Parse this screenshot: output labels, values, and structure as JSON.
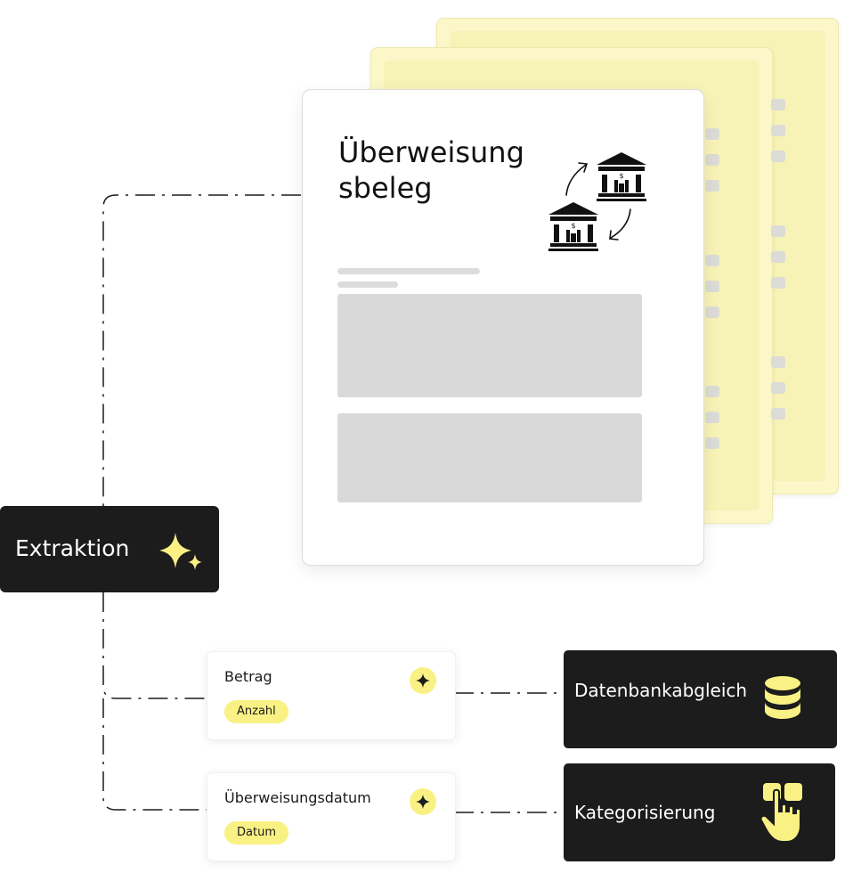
{
  "document": {
    "title_line1": "Überweisung",
    "title_line2": "sbeleg"
  },
  "extraction": {
    "label": "Extraktion",
    "icon": "sparkle-icon"
  },
  "fields": [
    {
      "label": "Betrag",
      "tag": "Anzahl",
      "icon": "sparkle-icon"
    },
    {
      "label": "Überweisungsdatum",
      "tag": "Datum",
      "icon": "sparkle-icon"
    }
  ],
  "actions": [
    {
      "label": "Datenbankabgleich",
      "icon": "database-icon"
    },
    {
      "label": "Kategorisierung",
      "icon": "hand-pointer-icon"
    }
  ],
  "colors": {
    "accent_yellow": "#f9f183",
    "sheet_yellow": "#fbf7c8",
    "dark": "#1c1c1c",
    "placeholder_gray": "#d9d9d9"
  }
}
